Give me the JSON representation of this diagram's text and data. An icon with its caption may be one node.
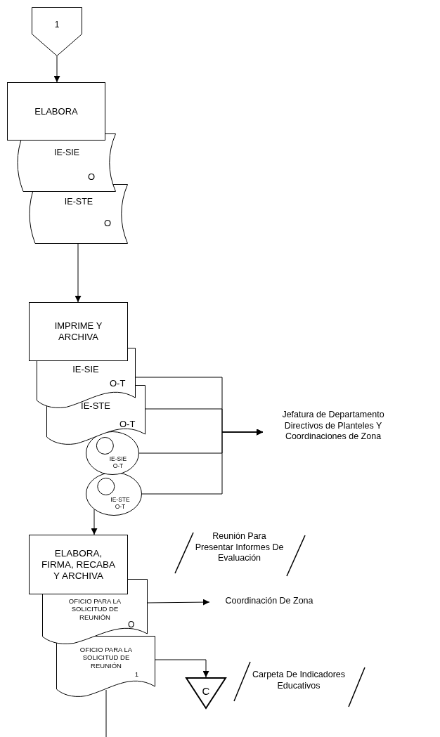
{
  "diagram": {
    "nodes": [
      {
        "text": [
          "1"
        ]
      },
      {
        "text": [
          "ELABORA"
        ]
      },
      {
        "text": [
          "IE-SIE",
          "O"
        ]
      },
      {
        "text": [
          "IE-STE",
          "O"
        ]
      },
      {
        "text": [
          "IMPRIME Y ARCHIVA"
        ]
      },
      {
        "text": [
          "IE-SIE",
          "O-T"
        ]
      },
      {
        "text": [
          "IE-STE",
          "O-T"
        ]
      },
      {
        "text": [
          "IE-SIE",
          "O-T"
        ]
      },
      {
        "text": [
          "IE-STE",
          "O-T"
        ]
      },
      {
        "text": [
          "Jefatura de Departamento Directivos de Planteles Y Coordinaciones de Zona"
        ]
      },
      {
        "text": [
          "ELABORA, FIRMA, RECABA Y ARCHIVA"
        ]
      },
      {
        "text": [
          "OFICIO PARA LA SOLICITUD DE REUNIÓN",
          "O"
        ]
      },
      {
        "text": [
          "OFICIO PARA LA SOLICITUD DE REUNIÓN",
          "1"
        ]
      },
      {
        "text": [
          "Coordinación De Zona"
        ]
      },
      {
        "text": [
          "C"
        ]
      }
    ],
    "edges": [
      {
        "from": 0,
        "to": 1,
        "arrow": "to"
      },
      {
        "from": 3,
        "to": 4,
        "arrow": "to"
      },
      {
        "from": 5,
        "to": 9,
        "arrow": "to"
      },
      {
        "from": 6,
        "to": 9,
        "arrow": "to"
      },
      {
        "from": 7,
        "to": 9,
        "arrow": "to"
      },
      {
        "from": 8,
        "to": 9,
        "arrow": "to"
      },
      {
        "from": 8,
        "to": 10,
        "arrow": "to"
      },
      {
        "from": 11,
        "to": 13,
        "arrow": "to"
      },
      {
        "from": 12,
        "to": 14,
        "arrow": "to"
      },
      {
        "from": 12,
        "to": null,
        "arrow": "none"
      }
    ],
    "labels": [
      "Reunión Para Presentar Informes De Evaluación",
      "Carpeta De Indicadores Educativos"
    ]
  }
}
